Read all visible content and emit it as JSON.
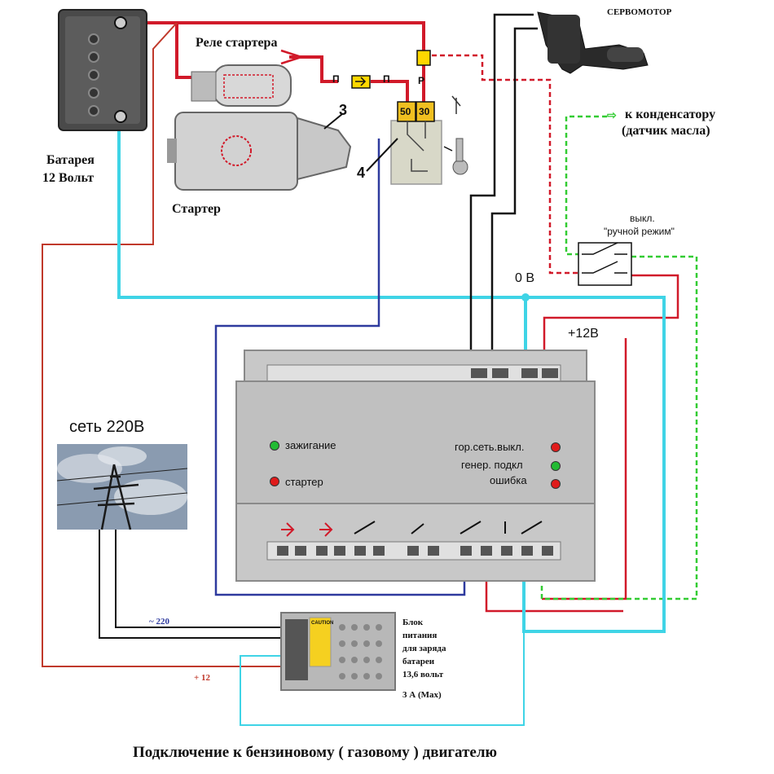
{
  "labels": {
    "servomotor": "СЕРВОМОТОР",
    "starter_relay": "Реле стартера",
    "to_capacitor_line1": "к конденсатору",
    "to_capacitor_line2": "(датчик масла)",
    "battery_line1": "Батарея",
    "battery_line2": "12 Вольт",
    "starter": "Стартер",
    "switch_line1": "выкл.",
    "switch_line2": "\"ручной режим\"",
    "zero_v": "0 В",
    "plus12v": "+12В",
    "mains": "сеть 220В",
    "ac220": "~ 220",
    "plus12": "+ 12",
    "psu_line1": "Блок",
    "psu_line2": "питания",
    "psu_line3": "для заряда",
    "psu_line4": "батареи",
    "psu_line5": "13,6 вольт",
    "psu_line6": "3 А (Max)",
    "title": "Подключение к бензиновому ( газовому ) двигателю",
    "callout_3": "3",
    "callout_4": "4",
    "term_p1": "П",
    "term_p2": "П",
    "term_r": "Р",
    "term_50": "50",
    "term_30": "30",
    "psu_caution": "CAUTION"
  },
  "indicators": [
    {
      "label": "зажигание",
      "color": "#22bb33"
    },
    {
      "label": "стартер",
      "color": "#e01b1b"
    },
    {
      "label": "гор.сеть.выкл.",
      "color": "#e01b1b"
    },
    {
      "label": "генер. подкл",
      "color": "#22bb33"
    },
    {
      "label": "ошибка",
      "color": "#e01b1b"
    }
  ],
  "wire_colors": {
    "red": "#d11a2a",
    "dark_red": "#c0392b",
    "cyan": "#3fd4e6",
    "blue": "#2e3a9e",
    "green_dashed": "#33cc33",
    "black": "#111111"
  }
}
